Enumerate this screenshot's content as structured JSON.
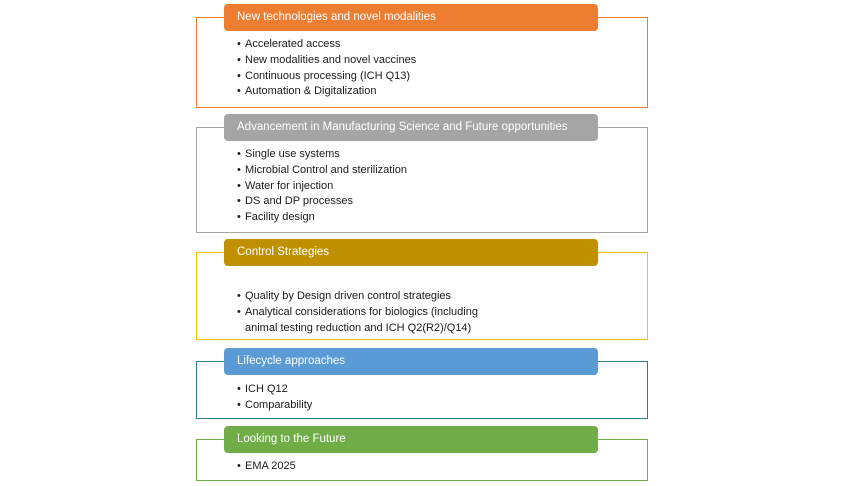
{
  "sections": [
    {
      "header": "New technologies and novel modalities",
      "color": "#ed7d31",
      "items": [
        "Accelerated access",
        "New modalities and novel vaccines",
        "Continuous processing (ICH Q13)",
        "Automation & Digitalization"
      ]
    },
    {
      "header": "Advancement in Manufacturing Science and Future opportunities",
      "color": "#a5a5a5",
      "items": [
        "Single use systems",
        "Microbial Control and sterilization",
        " Water for injection",
        "DS and DP processes",
        "Facility design"
      ]
    },
    {
      "header": "Control Strategies",
      "color": "#bf9000",
      "border_color": "#ffc000",
      "items": [
        "Quality by Design driven control strategies",
        "Analytical considerations for biologics (including",
        "animal testing reduction and ICH Q2(R2)/Q14)"
      ]
    },
    {
      "header": "Lifecycle approaches",
      "color": "#5b9bd5",
      "border_color": "#2e7d8f",
      "items": [
        " ICH Q12",
        "Comparability"
      ]
    },
    {
      "header": "Looking to the Future",
      "color": "#70ad47",
      "items": [
        "EMA 2025"
      ]
    }
  ],
  "bullet_char": "•"
}
